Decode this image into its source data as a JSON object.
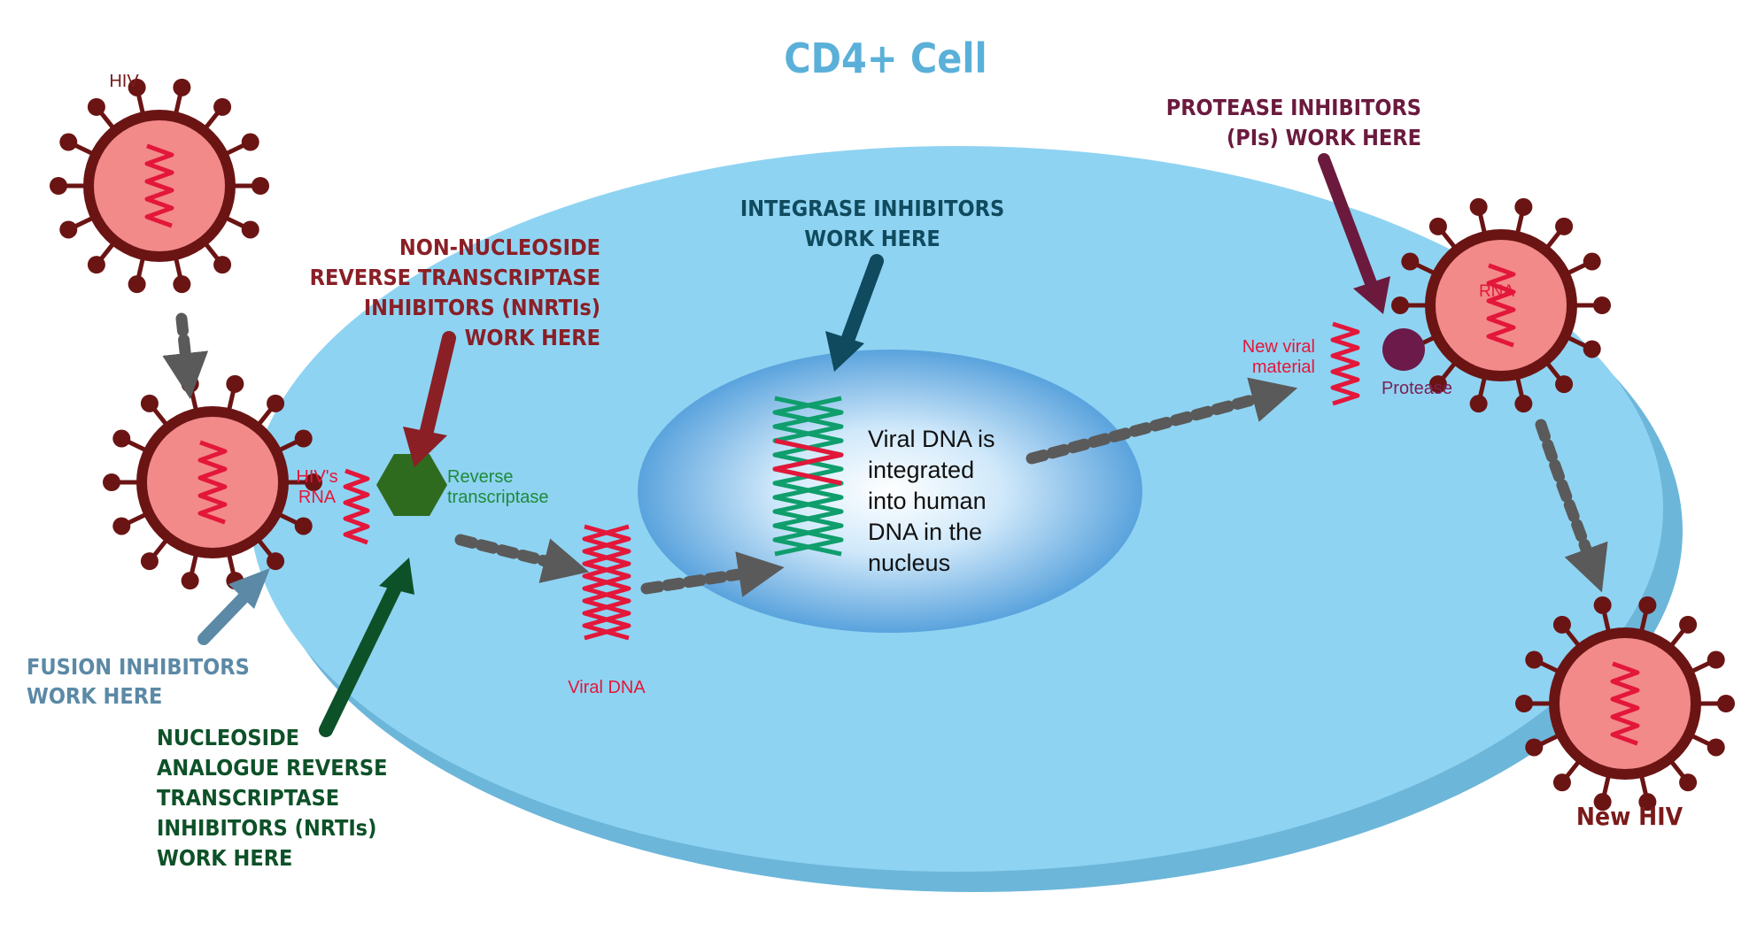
{
  "cell_title": "CD4+ Cell",
  "colors": {
    "cell_fill": "#8fd3f2",
    "cell_rim": "#6cb6da",
    "nucleus_fill": "#6aaee0",
    "virus_body": "#f28a8a",
    "virus_ring": "#6b1414",
    "rna_red": "#e3173a",
    "dna_green": "#0f9e6c",
    "fusion_arrow": "#5b89a6",
    "nrti_arrow": "#0d5128",
    "nnrti_arrow": "#8a1f26",
    "integrase_arrow": "#0f4a5e",
    "protease_arrow": "#6b1a3e",
    "dashed_arrow": "#5a5a5a",
    "enzyme_hex": "#2f6b1f",
    "protease_dot": "#6b1a4a"
  },
  "labels": {
    "hiv": "HIV",
    "hivs_rna": [
      "HIV's",
      "RNA"
    ],
    "reverse_transcriptase": [
      "Reverse",
      "transcriptase"
    ],
    "viral_dna": "Viral DNA",
    "nucleus_text": [
      "Viral DNA is",
      "integrated",
      "into human",
      "DNA in the",
      "nucleus"
    ],
    "new_viral_material": [
      "New viral",
      "material"
    ],
    "protease": "Protease",
    "rna": "RNA",
    "new_hiv": "New HIV"
  },
  "inhibitors": {
    "fusion": [
      "FUSION INHIBITORS",
      "WORK HERE"
    ],
    "nrti": [
      "NUCLEOSIDE",
      "ANALOGUE REVERSE",
      "TRANSCRIPTASE",
      "INHIBITORS (NRTIs)",
      "WORK HERE"
    ],
    "nnrti": [
      "NON-NUCLEOSIDE",
      "REVERSE TRANSCRIPTASE",
      "INHIBITORS (NNRTIs)",
      "WORK HERE"
    ],
    "integrase": [
      "INTEGRASE INHIBITORS",
      "WORK HERE"
    ],
    "protease": [
      "PROTEASE INHIBITORS",
      "(PIs) WORK HERE"
    ]
  }
}
